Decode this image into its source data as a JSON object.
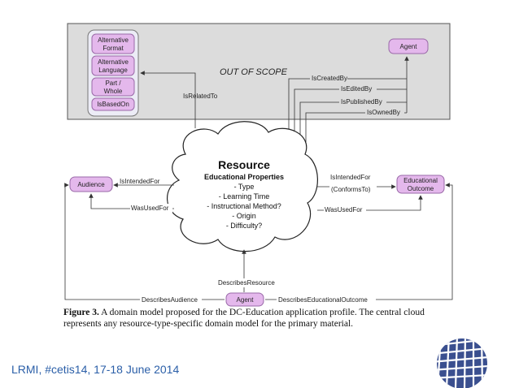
{
  "scope_label": "OUT OF SCOPE",
  "related_items": [
    {
      "line1": "Alternative",
      "line2": "Format"
    },
    {
      "line1": "Alternative",
      "line2": "Language"
    },
    {
      "line1": "Part /",
      "line2": "Whole"
    },
    {
      "line1": "IsBasedOn",
      "line2": ""
    }
  ],
  "is_related_to": "IsRelatedTo",
  "agent_top": "Agent",
  "agent_relations": [
    "IsCreatedBy",
    "IsEditedBy",
    "IsPublishedBy",
    "IsOwnedBy"
  ],
  "resource": {
    "title": "Resource",
    "subtitle": "Educational Properties",
    "properties": [
      "- Type",
      "- Learning Time",
      "- Instructional Method?",
      "- Origin",
      "- Difficulty?"
    ]
  },
  "audience": "Audience",
  "educational_outcome": {
    "line1": "Educational",
    "line2": "Outcome"
  },
  "audience_edges": {
    "intended": "IsIntendedFor",
    "used": "WasUsedFor"
  },
  "outcome_edges": {
    "intended_line1": "IsIntendedFor",
    "intended_line2": "(ConformsTo)",
    "used": "WasUsedFor"
  },
  "describes_resource": "DescribesResource",
  "agent_bottom": "Agent",
  "describes_audience": "DescribesAudience",
  "describes_outcome": "DescribesEducationalOutcome",
  "caption": {
    "figure": "Figure 3.",
    "text": " A domain model proposed for the DC-Education application profile. The central cloud represents any resource-type-specific domain model for the primary material."
  },
  "footer": "LRMI, #cetis14, 17-18 June 2014",
  "colors": {
    "pill": "#e4b8ec",
    "pill_border": "#9a6aa8",
    "gray_box": "#dcdcdc",
    "footer_text": "#2b5fa8",
    "logo": "#3a4f8f"
  }
}
